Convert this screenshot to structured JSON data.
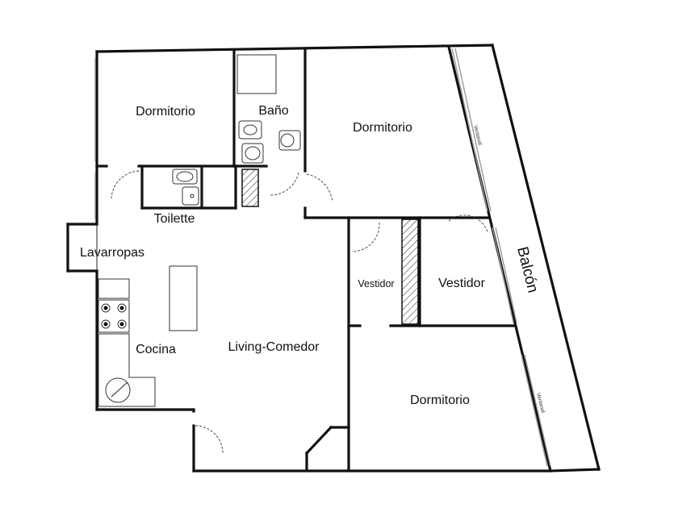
{
  "rooms": {
    "dormitorio_1": "Dormitorio",
    "bano": "Baño",
    "dormitorio_2": "Dormitorio",
    "toilette": "Toilette",
    "lavarropas": "Lavarropas",
    "cocina": "Cocina",
    "living": "Living-Comedor",
    "vestidor_small": "Vestidor",
    "vestidor": "Vestidor",
    "dormitorio_3": "Dormitorio",
    "balcon": "Balcón"
  },
  "windows": {
    "ventanal_1": "Ventanal",
    "ventanal_2": "Ventanal"
  }
}
